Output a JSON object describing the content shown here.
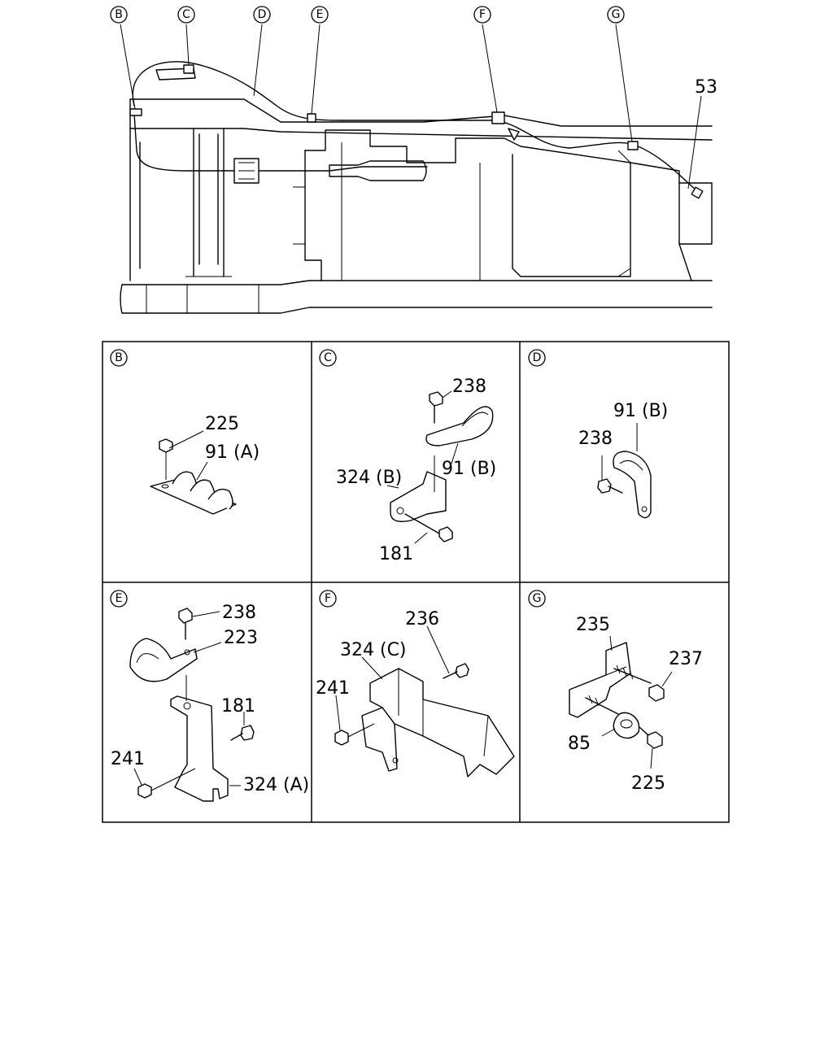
{
  "callouts": {
    "b": "B",
    "c": "C",
    "d": "D",
    "e": "E",
    "f": "F",
    "g": "G"
  },
  "overview": {
    "part_53": "53"
  },
  "panels": {
    "b": {
      "letter": "B",
      "labels": [
        "225",
        "91 (A)"
      ]
    },
    "c": {
      "letter": "C",
      "labels": [
        "238",
        "91 (B)",
        "324 (B)",
        "181"
      ]
    },
    "d": {
      "letter": "D",
      "labels": [
        "91 (B)",
        "238"
      ]
    },
    "e": {
      "letter": "E",
      "labels": [
        "238",
        "223",
        "181",
        "241",
        "324 (A)"
      ]
    },
    "f": {
      "letter": "F",
      "labels": [
        "236",
        "324 (C)",
        "241"
      ]
    },
    "g": {
      "letter": "G",
      "labels": [
        "235",
        "237",
        "85",
        "225"
      ]
    }
  }
}
